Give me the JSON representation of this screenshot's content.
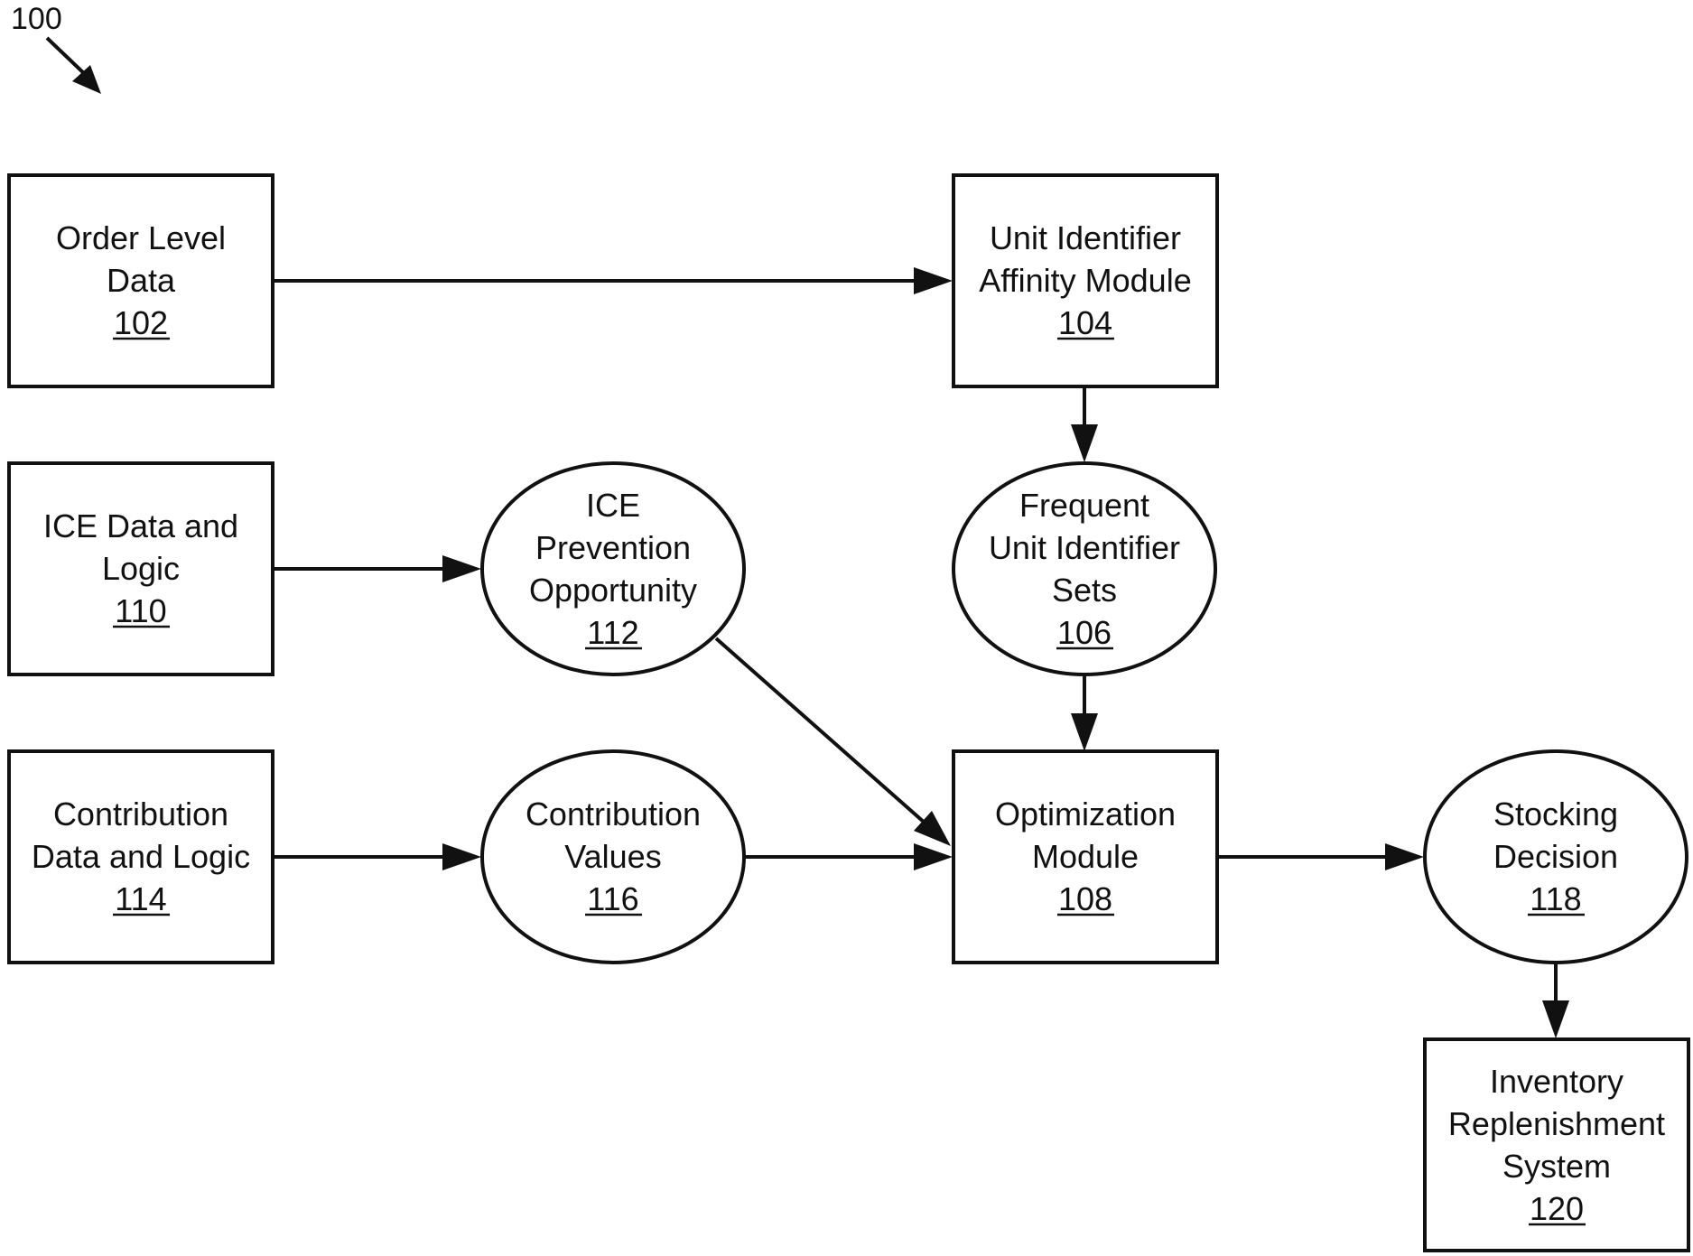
{
  "figure": {
    "label": "100"
  },
  "nodes": {
    "n102": {
      "lines": [
        "Order Level",
        "Data"
      ],
      "ref": "102"
    },
    "n104": {
      "lines": [
        "Unit Identifier",
        "Affinity Module"
      ],
      "ref": "104"
    },
    "n106": {
      "lines": [
        "Frequent",
        "Unit Identifier",
        "Sets"
      ],
      "ref": "106"
    },
    "n108": {
      "lines": [
        "Optimization",
        "Module"
      ],
      "ref": "108"
    },
    "n110": {
      "lines": [
        "ICE Data and",
        "Logic"
      ],
      "ref": "110"
    },
    "n112": {
      "lines": [
        "ICE",
        "Prevention",
        "Opportunity"
      ],
      "ref": "112"
    },
    "n114": {
      "lines": [
        "Contribution",
        "Data and Logic"
      ],
      "ref": "114"
    },
    "n116": {
      "lines": [
        "Contribution",
        "Values"
      ],
      "ref": "116"
    },
    "n118": {
      "lines": [
        "Stocking",
        "Decision"
      ],
      "ref": "118"
    },
    "n120": {
      "lines": [
        "Inventory",
        "Replenishment",
        "System"
      ],
      "ref": "120"
    }
  },
  "edges": [
    {
      "from": "102",
      "to": "104"
    },
    {
      "from": "104",
      "to": "106"
    },
    {
      "from": "106",
      "to": "108"
    },
    {
      "from": "110",
      "to": "112"
    },
    {
      "from": "112",
      "to": "108"
    },
    {
      "from": "114",
      "to": "116"
    },
    {
      "from": "116",
      "to": "108"
    },
    {
      "from": "108",
      "to": "118"
    },
    {
      "from": "118",
      "to": "120"
    }
  ]
}
